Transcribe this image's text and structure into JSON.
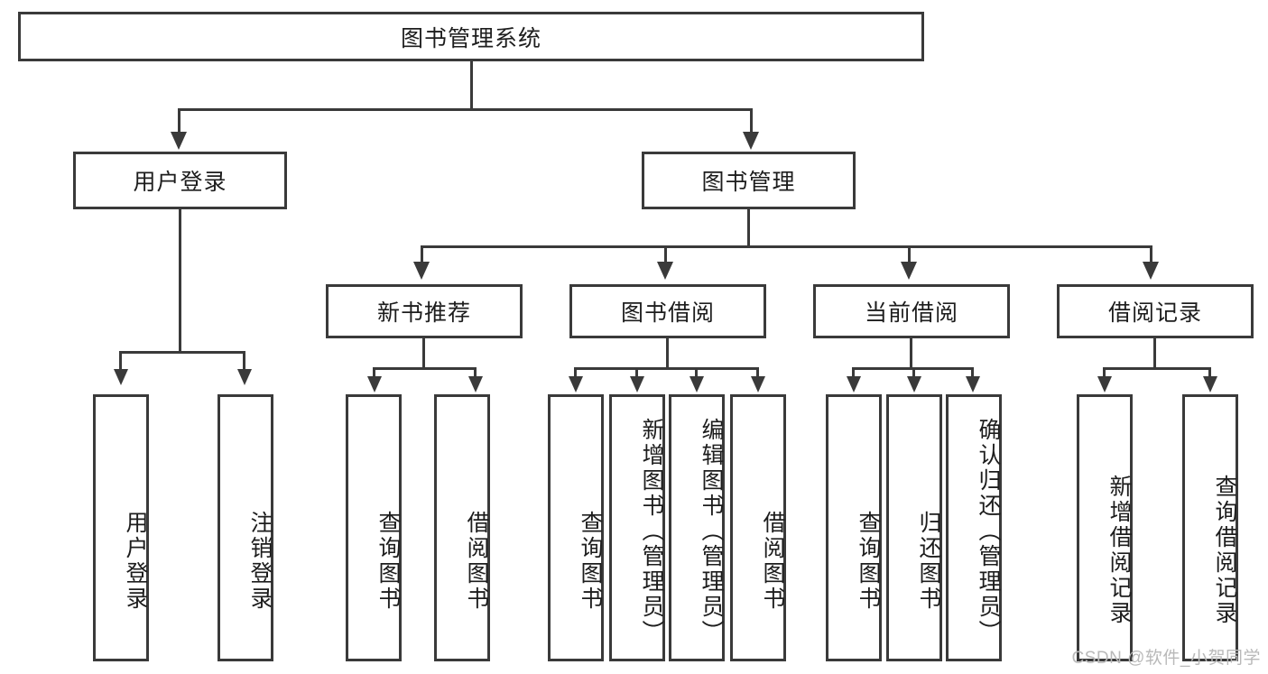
{
  "diagram": {
    "title": "图书管理系统",
    "root": {
      "label": "图书管理系统"
    },
    "level1": [
      {
        "label": "用户登录"
      },
      {
        "label": "图书管理"
      }
    ],
    "level2": [
      {
        "label": "新书推荐"
      },
      {
        "label": "图书借阅"
      },
      {
        "label": "当前借阅"
      },
      {
        "label": "借阅记录"
      }
    ],
    "leaves": {
      "user_login": [
        {
          "label": "用户登录"
        },
        {
          "label": "注销登录"
        }
      ],
      "new_book_recommend": [
        {
          "label": "查询图书"
        },
        {
          "label": "借阅图书"
        }
      ],
      "book_borrow": [
        {
          "label": "查询图书"
        },
        {
          "label": "新增图书（管理员）"
        },
        {
          "label": "编辑图书（管理员）"
        },
        {
          "label": "借阅图书"
        }
      ],
      "current_borrow": [
        {
          "label": "查询图书"
        },
        {
          "label": "归还图书"
        },
        {
          "label": "确认归还（管理员）"
        }
      ],
      "borrow_record": [
        {
          "label": "新增借阅记录"
        },
        {
          "label": "查询借阅记录"
        }
      ]
    }
  },
  "watermark": {
    "text": "CSDN @软件_小贺同学"
  },
  "colors": {
    "border": "#3a3a3a",
    "text": "#1d1d1d",
    "background": "#ffffff",
    "watermark": "#b9b9b9"
  }
}
